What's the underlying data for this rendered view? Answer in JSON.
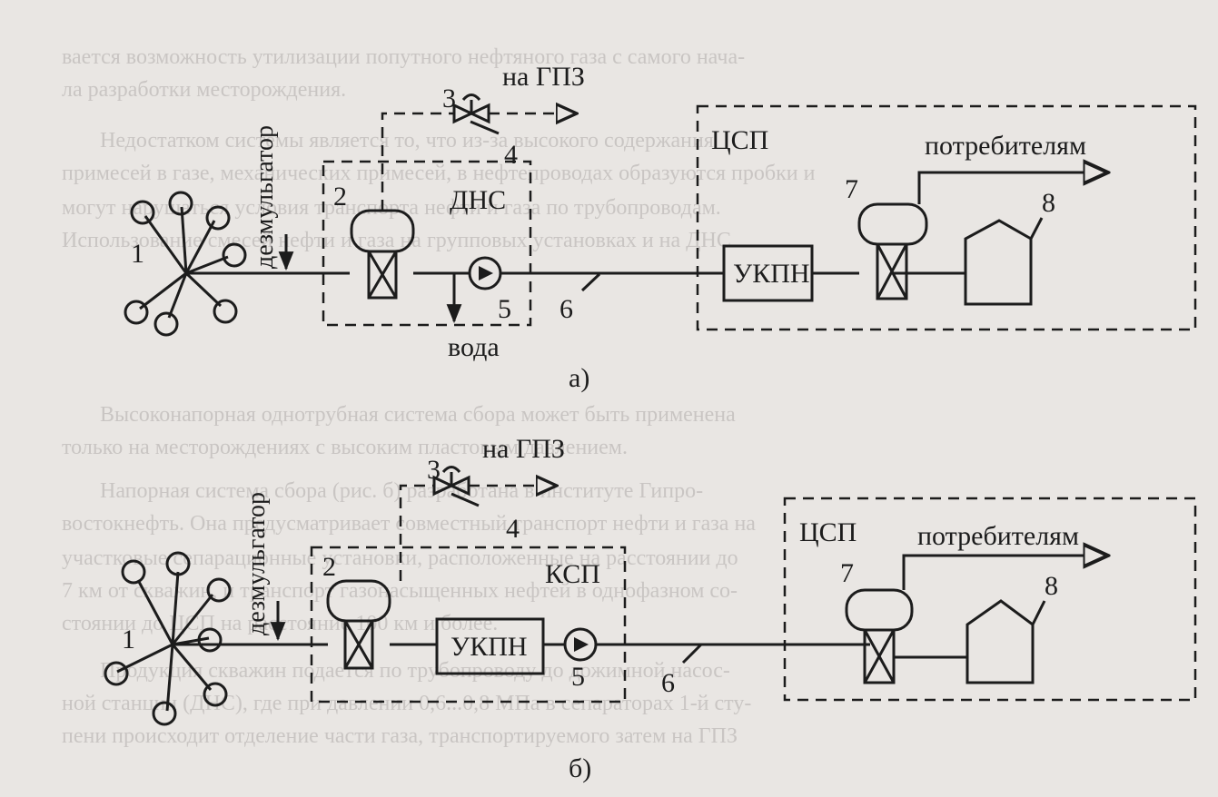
{
  "background_text": [
    "вается возможность утилизации попутного нефтяного газа с самого нача-",
    "ла разработки месторождения.",
    "Недостатком системы является то, что из-за высокого содержания",
    "примесей в газе, механических примесей, в нефтепроводах образуются пробки и",
    "могут нарушаться условия транспорта нефти и газа по трубопроводам.",
    "Использование смесей нефти и газа на групповых установках и на ДНС",
    "Высоконапорная однотрубная система сбора может быть применена",
    "только на месторождениях с высоким пластовым давлением.",
    "Напорная система сбора (рис. б) разработана в институте Гипро-",
    "востокнефть. Она предусматривает совместный транспорт нефти и газа на",
    "участковые сепарационные установки, расположенные на расстоянии до",
    "7 км от скважин, и транспорт газонасыщенных нефтей в однофазном со-",
    "стоянии до ЦСП на расстояние 100 км и более.",
    "Продукция скважин подается по трубопроводу до дожимной насос-",
    "ной станции (ДНС), где при давлении 0,6...0,8 МПа в сепараторах 1-й сту-",
    "пени происходит отделение части газа, транспортируемого затем на ГПЗ"
  ],
  "diagram_a": {
    "label_1": "1",
    "label_demulsifier": "дезмульгатор",
    "label_2": "2",
    "label_3": "3",
    "label_4": "4",
    "label_gpz": "на ГПЗ",
    "label_station": "ДНС",
    "label_5": "5",
    "label_water": "вода",
    "label_6": "6",
    "label_csp": "ЦСП",
    "label_consumers": "потребителям",
    "label_7": "7",
    "label_8": "8",
    "label_ukpn": "УКПН",
    "caption": "а)"
  },
  "diagram_b": {
    "label_1": "1",
    "label_demulsifier": "дезмульгатор",
    "label_2": "2",
    "label_3": "3",
    "label_4": "4",
    "label_gpz": "на ГПЗ",
    "label_station": "КСП",
    "label_ukpn_station": "УКПН",
    "label_5": "5",
    "label_6": "6",
    "label_csp": "ЦСП",
    "label_consumers": "потребителям",
    "label_7": "7",
    "label_8": "8",
    "caption": "б)"
  }
}
